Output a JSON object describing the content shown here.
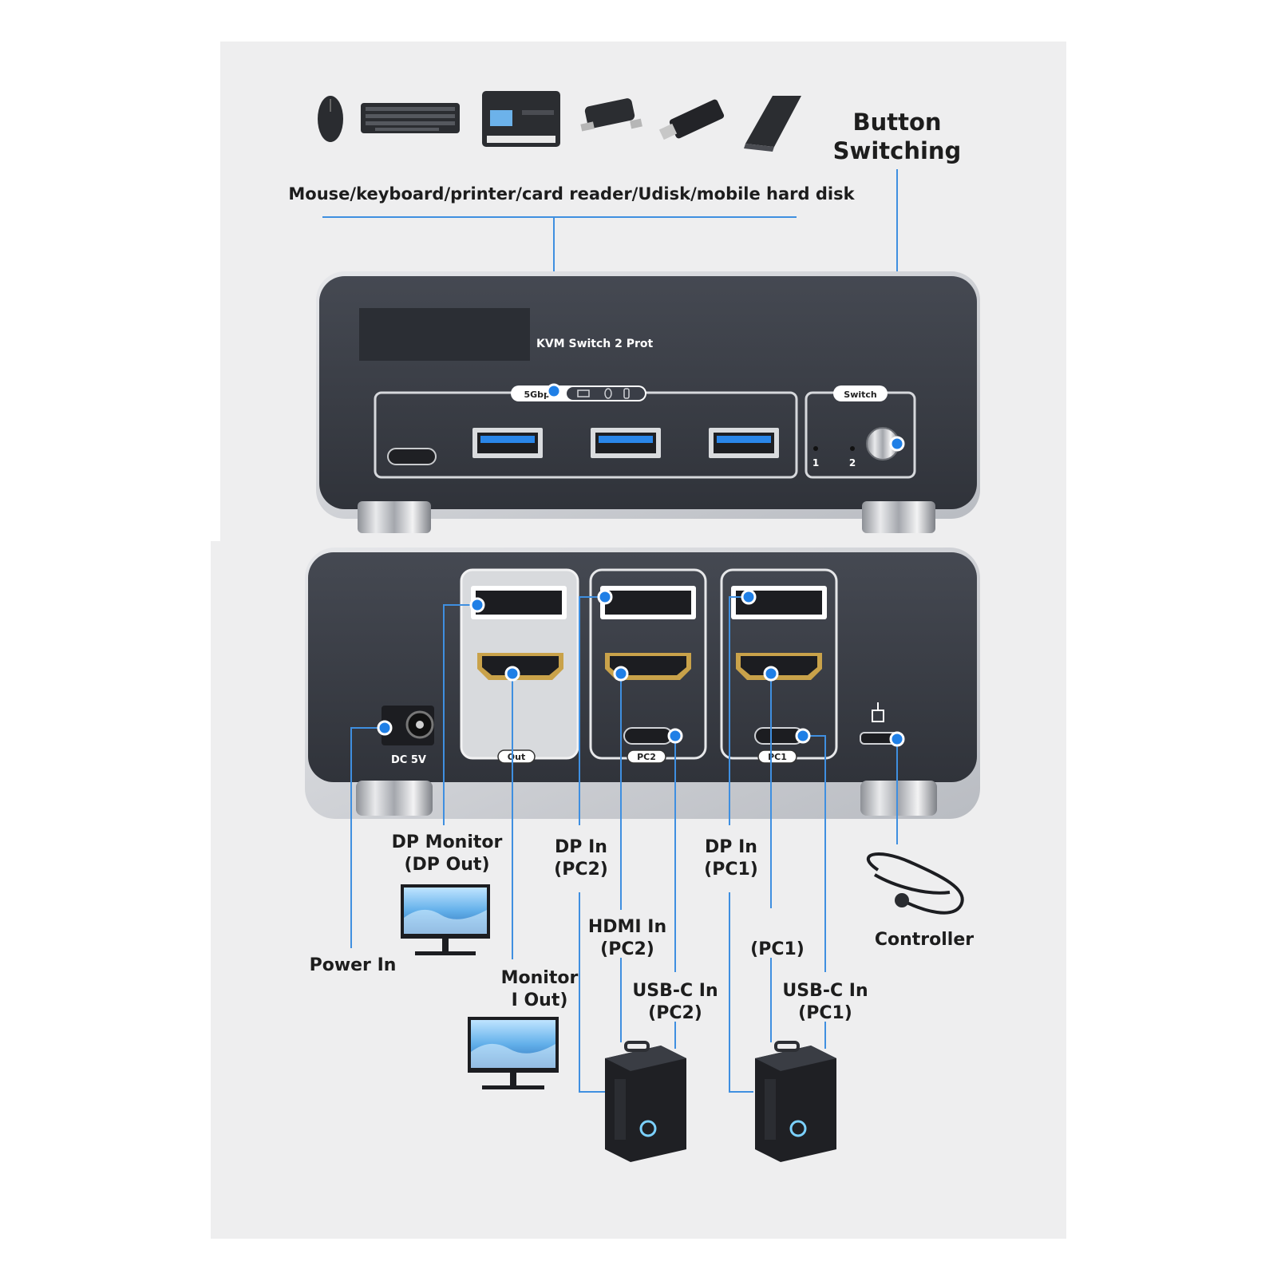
{
  "header": {
    "peripherals_caption": "Mouse/keyboard/printer/card reader/Udisk/mobile hard disk",
    "button_line1": "Button",
    "button_line2": "Switching"
  },
  "peripherals": [
    {
      "icon": "mouse-icon"
    },
    {
      "icon": "keyboard-icon"
    },
    {
      "icon": "printer-icon"
    },
    {
      "icon": "card-reader-icon"
    },
    {
      "icon": "usb-drive-icon"
    },
    {
      "icon": "mobile-hard-disk-icon"
    }
  ],
  "front_panel": {
    "model_text": "KVM  Switch  2  Prot",
    "speed_badge": "5Gbps",
    "switch_label": "Switch",
    "led_1": "1",
    "led_2": "2"
  },
  "rear_panel": {
    "dc_label": "DC 5V",
    "out_tag": "Out",
    "pc2_tag": "PC2",
    "pc1_tag": "PC1"
  },
  "labels": {
    "power_in": "Power In",
    "dp_monitor_1": "DP Monitor",
    "dp_monitor_2": "(DP Out)",
    "hdmi_monitor_1": "Monitor",
    "hdmi_monitor_2": "I Out)",
    "dp_in_pc2_1": "DP In",
    "dp_in_pc2_2": "(PC2)",
    "hdmi_in_pc2_1": "HDMI In",
    "hdmi_in_pc2_2": "(PC2)",
    "usbc_in_pc2_1": "USB-C In",
    "usbc_in_pc2_2": "(PC2)",
    "dp_in_pc1_1": "DP In",
    "dp_in_pc1_2": "(PC1)",
    "hdmi_in_pc1_2": "(PC1)",
    "usbc_in_pc1_1": "USB-C In",
    "usbc_in_pc1_2": "(PC1)",
    "controller": "Controller"
  },
  "colors": {
    "accent_blue": "#1f7fe6",
    "device_body": "#3a3e47",
    "usb_blue": "#2a86e8",
    "hdmi_gold": "#c9a24a"
  }
}
